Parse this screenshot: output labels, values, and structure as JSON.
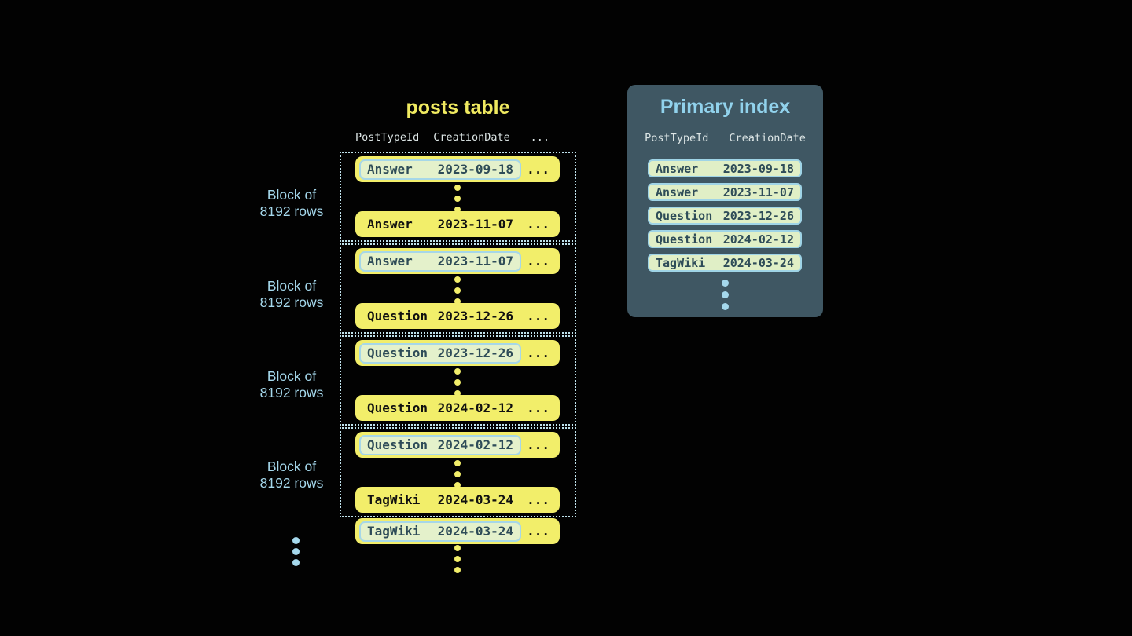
{
  "posts_table": {
    "title": "posts table",
    "columns": [
      "PostTypeId",
      "CreationDate",
      "..."
    ],
    "row_ellipsis": "...",
    "block_label": {
      "line1": "Block of",
      "line2": "8192 rows"
    },
    "blocks": [
      {
        "first": {
          "type": "Answer",
          "date": "2023-09-18"
        },
        "last": {
          "type": "Answer",
          "date": "2023-11-07"
        }
      },
      {
        "first": {
          "type": "Answer",
          "date": "2023-11-07"
        },
        "last": {
          "type": "Question",
          "date": "2023-12-26"
        }
      },
      {
        "first": {
          "type": "Question",
          "date": "2023-12-26"
        },
        "last": {
          "type": "Question",
          "date": "2024-02-12"
        }
      },
      {
        "first": {
          "type": "Question",
          "date": "2024-02-12"
        },
        "last": {
          "type": "TagWiki",
          "date": "2024-03-24"
        }
      }
    ],
    "overflow_row": {
      "type": "TagWiki",
      "date": "2024-03-24"
    }
  },
  "primary_index": {
    "title": "Primary index",
    "columns": [
      "PostTypeId",
      "CreationDate"
    ],
    "rows": [
      {
        "type": "Answer",
        "date": "2023-09-18"
      },
      {
        "type": "Answer",
        "date": "2023-11-07"
      },
      {
        "type": "Question",
        "date": "2023-12-26"
      },
      {
        "type": "Question",
        "date": "2024-02-12"
      },
      {
        "type": "TagWiki",
        "date": "2024-03-24"
      }
    ]
  },
  "colors": {
    "background": "#020202",
    "row_yellow": "#f2ee6a",
    "title_yellow": "#f0ea60",
    "accent_blue": "#a5d8ec",
    "panel_slate": "#3f5763",
    "highlight_green": "#e4f1cb",
    "highlight_border_blue": "#a6d7e8",
    "dark_text": "#2e4c58",
    "header_text": "#dde6e6",
    "dotted_border": "#bfe2ec"
  }
}
